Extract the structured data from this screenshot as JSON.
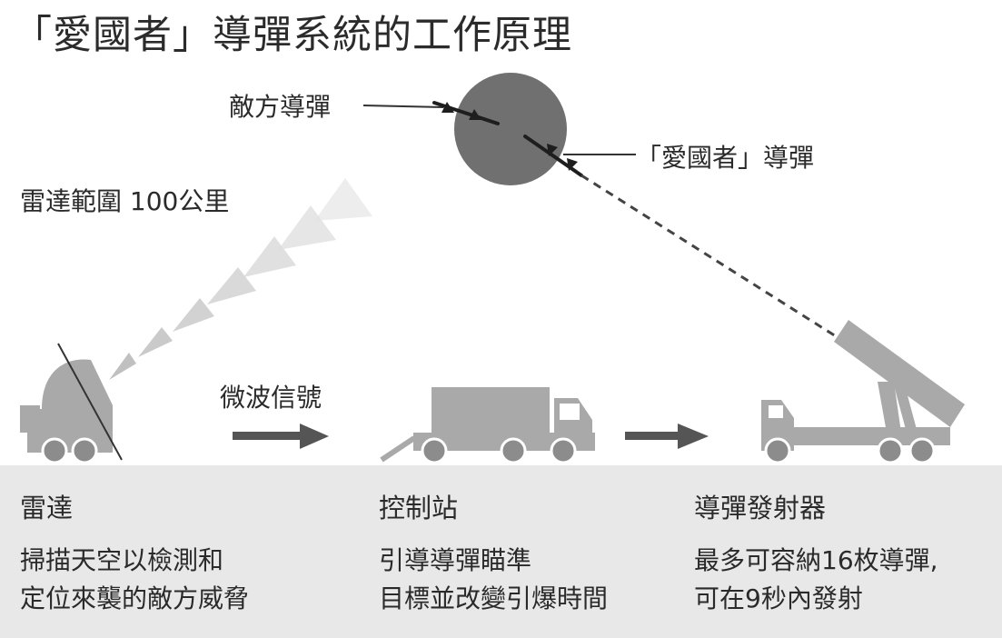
{
  "title": "「愛國者」導彈系統的工作原理",
  "labels": {
    "enemy_missile": "敵方導彈",
    "patriot_missile": "「愛國者」導彈",
    "radar_range": "雷達範圍 100公里",
    "microwave_signal": "微波信號"
  },
  "columns": [
    {
      "title": "雷達",
      "lines": [
        "掃描天空以檢測和",
        "定位來襲的敵方威脅"
      ]
    },
    {
      "title": "控制站",
      "lines": [
        "引導導彈瞄準",
        "目標並改變引爆時間"
      ]
    },
    {
      "title": "導彈發射器",
      "lines": [
        "最多可容納16枚導彈,",
        "可在9秒內發射"
      ]
    }
  ],
  "colors": {
    "vehicle": "#a9a9a9",
    "wheel": "#8c8c8c",
    "arrow": "#555555",
    "intercept_circle": "#707070",
    "panel": "#e8e8e8"
  }
}
